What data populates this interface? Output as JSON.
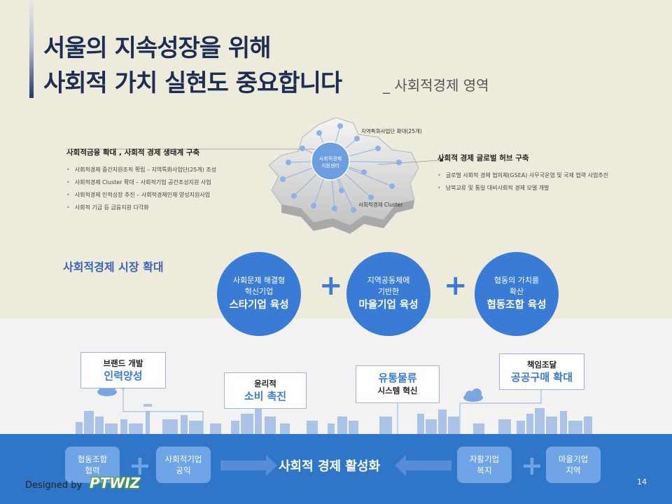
{
  "title": {
    "line1": "서울의 지속성장을 위해",
    "line2": "사회적 가치 실현도 중요합니다",
    "subtitle": "_ 사회적경제 영역"
  },
  "map": {
    "center_line1": "사회적경제",
    "center_line2": "지원센터",
    "label_top": "지역특화사업단 확대(25개)",
    "label_bottom": "사회적경제 Cluster"
  },
  "left_list": {
    "heading": "사회적금융  확대 , 사회적 경제 생태계 구축",
    "items": [
      "사회적경제 중간지원조직 확립 – 지역특화사업단(25개) 조성",
      "사회적경제 Cluster 확대 – 사회적기업 공간조성지원 사업",
      "사회적경제 인적성장 추진 – 사회적경제인재 양성지원사업",
      "사회적 기금 등 금융지원 다각화"
    ]
  },
  "right_list": {
    "heading": "사회적 경제 글로벌 허브 구축",
    "items": [
      "글로벌 사회적 경제 협의체(GSEA) 사무국운영 및 국제 협력 사업추진",
      "남북교류 및 통일 대비사회적 경제 모델 개발"
    ]
  },
  "market": {
    "title": "사회적경제 시장 확대",
    "circles": [
      {
        "line1": "사회문제 해결형",
        "line2": "혁신기업",
        "big": "스타기업 육성"
      },
      {
        "line1": "지역공동체에",
        "line2": "기반한",
        "big": "마을기업 육성"
      },
      {
        "line1": "협동의 가치를",
        "line2": "확산",
        "big": "협동조합 육성"
      }
    ],
    "plus": "+"
  },
  "boxes": [
    {
      "small": "브랜드 개발",
      "big": "인력양성"
    },
    {
      "small": "윤리적",
      "big": "소비 촉진"
    },
    {
      "small": "유통물류",
      "big": "시스템 혁신"
    },
    {
      "small": "책임조달",
      "big": "공공구매 확대"
    }
  ],
  "footer": {
    "pills": [
      {
        "l1": "협동조합",
        "l2": "협력"
      },
      {
        "l1": "사회적기업",
        "l2": "공익"
      },
      {
        "l1": "자활기업",
        "l2": "복지"
      },
      {
        "l1": "마을기업",
        "l2": "지역"
      }
    ],
    "center": "사회적 경제 활성화",
    "designed_by": "Designed by",
    "logo": "PTWIZ",
    "page": "14"
  },
  "colors": {
    "accent": "#3a7bd5",
    "footer": "#2f75c8",
    "title": "#1e2d52"
  }
}
